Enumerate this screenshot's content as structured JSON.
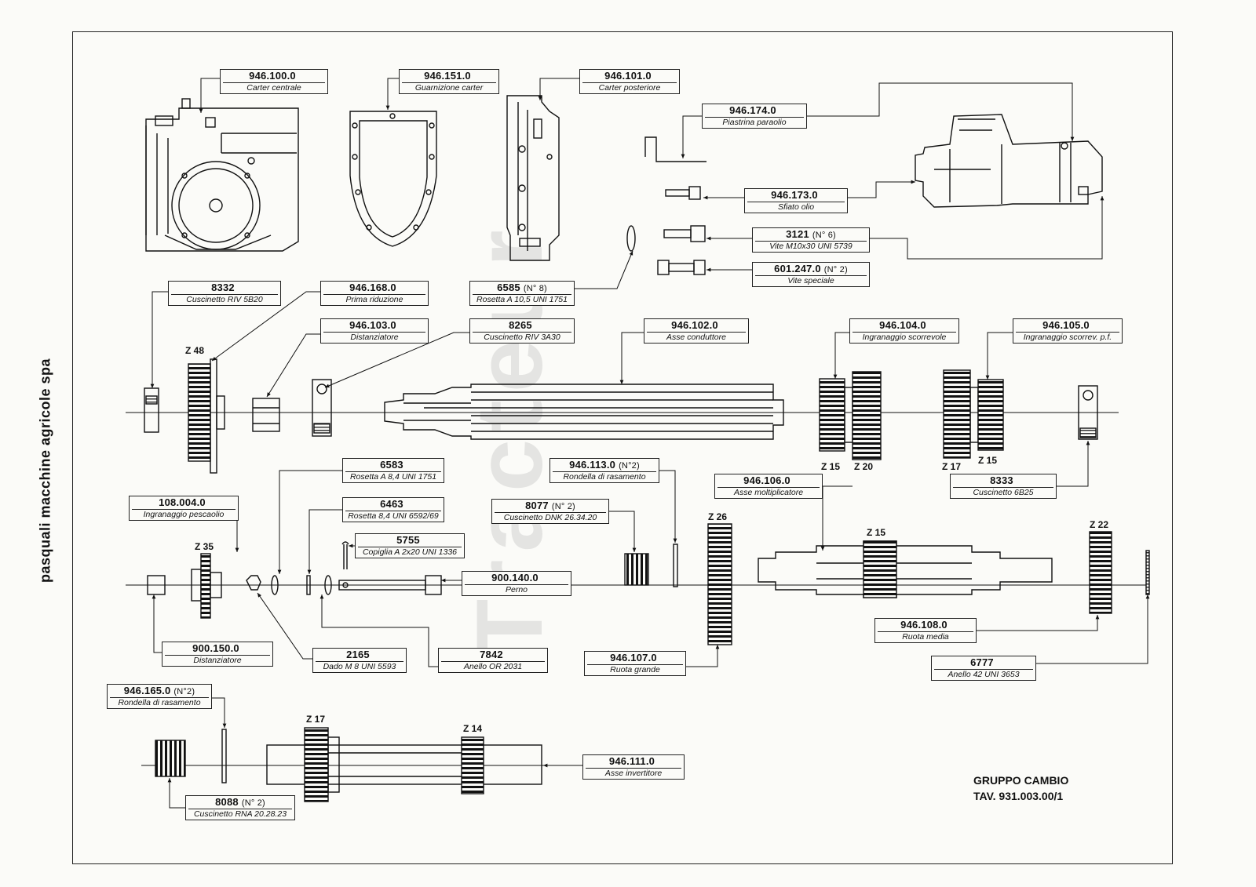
{
  "sidebar": {
    "company": "pasquali macchine agricole spa"
  },
  "watermark": "Tracteur",
  "title_block": {
    "group": "GRUPPO CAMBIO",
    "table": "TAV. 931.003.00/1"
  },
  "parts": [
    {
      "code": "946.100.0",
      "qty": "",
      "desc": "Carter centrale"
    },
    {
      "code": "946.151.0",
      "qty": "",
      "desc": "Guarnizione carter"
    },
    {
      "code": "946.101.0",
      "qty": "",
      "desc": "Carter posteriore"
    },
    {
      "code": "946.174.0",
      "qty": "",
      "desc": "Piastrina paraolio"
    },
    {
      "code": "946.173.0",
      "qty": "",
      "desc": "Sfiato olio"
    },
    {
      "code": "3121",
      "qty": "(N° 6)",
      "desc": "Vite M10x30 UNI 5739"
    },
    {
      "code": "601.247.0",
      "qty": "(N° 2)",
      "desc": "Vite speciale"
    },
    {
      "code": "8332",
      "qty": "",
      "desc": "Cuscinetto RIV 5B20"
    },
    {
      "code": "946.168.0",
      "qty": "",
      "desc": "Prima riduzione"
    },
    {
      "code": "6585",
      "qty": "(N° 8)",
      "desc": "Rosetta A 10,5 UNI 1751"
    },
    {
      "code": "946.103.0",
      "qty": "",
      "desc": "Distanziatore"
    },
    {
      "code": "8265",
      "qty": "",
      "desc": "Cuscinetto RIV 3A30"
    },
    {
      "code": "946.102.0",
      "qty": "",
      "desc": "Asse conduttore"
    },
    {
      "code": "946.104.0",
      "qty": "",
      "desc": "Ingranaggio scorrevole"
    },
    {
      "code": "946.105.0",
      "qty": "",
      "desc": "Ingranaggio scorrev. p.f."
    },
    {
      "code": "6583",
      "qty": "",
      "desc": "Rosetta A 8,4 UNI 1751"
    },
    {
      "code": "946.113.0",
      "qty": "(N°2)",
      "desc": "Rondella di rasamento"
    },
    {
      "code": "108.004.0",
      "qty": "",
      "desc": "Ingranaggio pescaolio"
    },
    {
      "code": "6463",
      "qty": "",
      "desc": "Rosetta 8,4 UNI 6592/69"
    },
    {
      "code": "8077",
      "qty": "(N° 2)",
      "desc": "Cuscinetto DNK 26.34.20"
    },
    {
      "code": "946.106.0",
      "qty": "",
      "desc": "Asse moltiplicatore"
    },
    {
      "code": "8333",
      "qty": "",
      "desc": "Cuscinetto 6B25"
    },
    {
      "code": "5755",
      "qty": "",
      "desc": "Copiglia A 2x20 UNI 1336"
    },
    {
      "code": "900.140.0",
      "qty": "",
      "desc": "Perno"
    },
    {
      "code": "900.150.0",
      "qty": "",
      "desc": "Distanziatore"
    },
    {
      "code": "2165",
      "qty": "",
      "desc": "Dado M 8 UNI 5593"
    },
    {
      "code": "7842",
      "qty": "",
      "desc": "Anello OR 2031"
    },
    {
      "code": "946.107.0",
      "qty": "",
      "desc": "Ruota grande"
    },
    {
      "code": "946.108.0",
      "qty": "",
      "desc": "Ruota media"
    },
    {
      "code": "6777",
      "qty": "",
      "desc": "Anello 42 UNI 3653"
    },
    {
      "code": "946.165.0",
      "qty": "(N°2)",
      "desc": "Rondella di rasamento"
    },
    {
      "code": "946.111.0",
      "qty": "",
      "desc": "Asse invertitore"
    },
    {
      "code": "8088",
      "qty": "(N° 2)",
      "desc": "Cuscinetto RNA 20.28.23"
    }
  ],
  "gear_tags": [
    "Z 48",
    "Z 15",
    "Z 20",
    "Z 17",
    "Z 15",
    "Z 35",
    "Z 26",
    "Z 15",
    "Z 22",
    "Z 17",
    "Z 14"
  ]
}
